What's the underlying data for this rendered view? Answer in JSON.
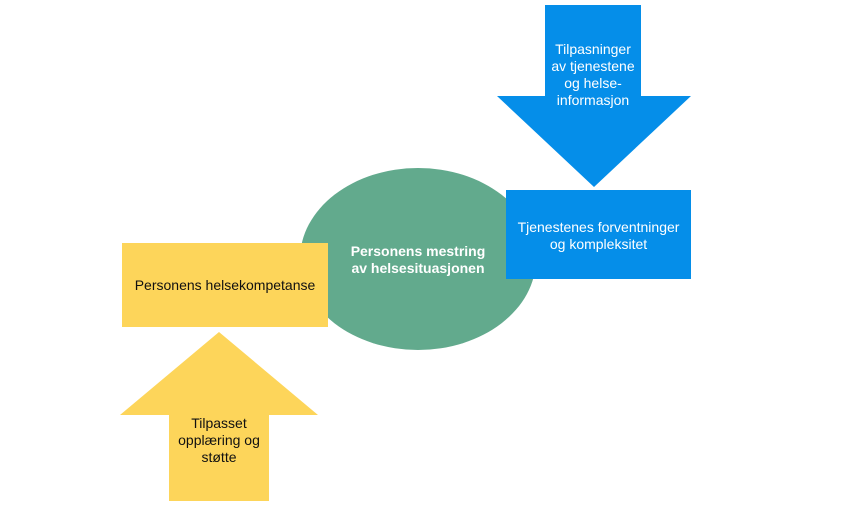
{
  "colors": {
    "yellow": "#fdd55a",
    "blue": "#058ee9",
    "green": "#62aa8d",
    "background": "#ffffff"
  },
  "nodes": {
    "health_competence": {
      "label": "Personens helsekompetanse"
    },
    "coping": {
      "label": "Personens mestring\nav helsesituasjonen"
    },
    "service_expectations": {
      "label": "Tjenestenes forventninger\nog kompleksitet"
    },
    "adaptations": {
      "label": "Tilpasninger\nav tjenestene\nog helse-\ninformasjon"
    },
    "adapted_training": {
      "label": "Tilpasset\nopplæring og\nstøtte"
    }
  }
}
